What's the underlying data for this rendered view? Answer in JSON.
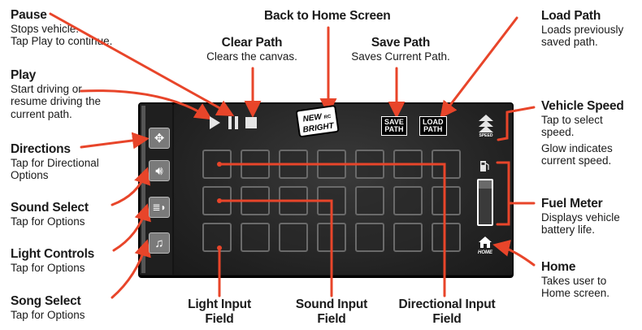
{
  "annotations": {
    "pause": {
      "title": "Pause",
      "desc1": "Stops vehicle.",
      "desc2": "Tap Play to continue."
    },
    "back_home": {
      "title": "Back to Home Screen"
    },
    "clear_path": {
      "title": "Clear Path",
      "desc1": "Clears the canvas."
    },
    "save_path": {
      "title": "Save Path",
      "desc1": "Saves Current Path."
    },
    "load_path": {
      "title": "Load Path",
      "desc1": "Loads previously",
      "desc2": "saved path."
    },
    "play": {
      "title": "Play",
      "desc1": "Start driving or",
      "desc2": "resume driving the",
      "desc3": "current path."
    },
    "vehicle_speed": {
      "title": "Vehicle Speed",
      "desc1": "Tap to select",
      "desc2": "speed.",
      "desc3": "Glow indicates",
      "desc4": "current speed."
    },
    "directions": {
      "title": "Directions",
      "desc1": "Tap for Directional",
      "desc2": "Options"
    },
    "sound_select": {
      "title": "Sound Select",
      "desc1": "Tap for Options"
    },
    "fuel_meter": {
      "title": "Fuel Meter",
      "desc1": "Displays vehicle",
      "desc2": "battery life."
    },
    "light_controls": {
      "title": "Light Controls",
      "desc1": "Tap for Options"
    },
    "home": {
      "title": "Home",
      "desc1": "Takes user to",
      "desc2": "Home screen."
    },
    "song_select": {
      "title": "Song Select",
      "desc1": "Tap for Options"
    },
    "light_input": {
      "line1": "Light Input",
      "line2": "Field"
    },
    "sound_input": {
      "line1": "Sound Input",
      "line2": "Field"
    },
    "directional_input": {
      "line1": "Directional Input",
      "line2": "Field"
    }
  },
  "screen": {
    "logo_line1": "NEW",
    "logo_line2": "BRIGHT",
    "logo_rc": "RC",
    "save_btn": [
      "SAVE",
      "PATH"
    ],
    "load_btn": [
      "LOAD",
      "PATH"
    ],
    "speed_label": "SPEED",
    "home_label": "HOME",
    "fuel_level": 0.82
  },
  "colors": {
    "arrow": "#e8452a",
    "screen_bg": "#1c1c1c",
    "cell_border": "#6a6a6a"
  },
  "icons": {
    "play": "play-icon",
    "pause": "pause-icon",
    "stop": "stop-icon",
    "directions": "move-arrows-icon",
    "sound": "speaker-icon",
    "light": "headlight-icon",
    "song": "music-note-icon",
    "speed": "speed-arrows-icon",
    "fuel": "fuel-pump-icon",
    "home": "home-icon"
  }
}
